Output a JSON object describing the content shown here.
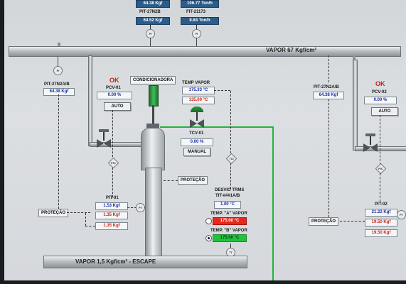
{
  "top": {
    "val_a": "64.38 Kgf",
    "val_b": "106.77 Ton/h",
    "tag_pit": "PIT-27N2B",
    "tag_fit": "FIT-21173",
    "val_c": "64.52 Kgf",
    "val_d": "8.84 Ton/h",
    "circle1": "PI",
    "circle2": "FI"
  },
  "header_pipe": {
    "label": "VAPOR 67 Kgf/cm²"
  },
  "bottom_pipe": {
    "label": "VAPOR 1,5 Kgf/cm² - ESCAPE"
  },
  "left": {
    "pit_circle": "PI",
    "pit_tag": "PIT-27N2A/B",
    "pit_value": "64.38 Kgf",
    "ok": "OK",
    "pcv_tag": "PCV-01",
    "pcv_value": "0.00 %",
    "auto_label": "AUTO",
    "pic_label": "PIC",
    "pit01_tag": "PIT-01",
    "pit01_v1": "1.53 Kgf",
    "pit01_v2": "1.35 Kgf",
    "pit01_v3": "1.35 Kgf",
    "pt_label": "PT",
    "protecao_label": "PROTEÇÃO"
  },
  "center": {
    "condicionadora": "CONDICIONADORA",
    "temp_vapor_tag": "TEMP VAPOR",
    "temp_v1": "175.33 °C",
    "temp_v2": "135.00 °C",
    "tcv_tag": "TCV-01",
    "tcv_value": "0.00 %",
    "manual_label": "MANUAL",
    "tic_label": "TIC",
    "protecao_label": "PROTEÇÃO",
    "desvio_title": "DESVIO TRMS",
    "desvio_tag": "TIT-###1A/B",
    "desvio_value": "1.00 °C",
    "temp_a_label": "TEMP. \"A\" VAPOR",
    "temp_a_value": "175.00 °C",
    "temp_b_label": "TEMP. \"B\" VAPOR",
    "temp_b_value": "175.00 °C",
    "tt_label": "TT"
  },
  "right": {
    "pit_tag": "PIT-27N2A/B",
    "pit_value": "64.38 Kgf",
    "ok": "OK",
    "pcv_tag": "PCV-02",
    "pcv_value": "0.00 %",
    "auto_label": "AUTO",
    "pic_label": "PIC",
    "pit02_tag": "PIT-02",
    "pit02_v1": "21.22 Kgf",
    "pit02_v2": "19.50 Kgf",
    "pit02_v3": "19.50 Kgf",
    "pt_label": "PT",
    "protecao_label": "PROTEÇÃO"
  },
  "colors": {
    "alarm_red": "#e8281c",
    "normal_green": "#1fc43a",
    "value_blue": "#1a2fa8"
  }
}
